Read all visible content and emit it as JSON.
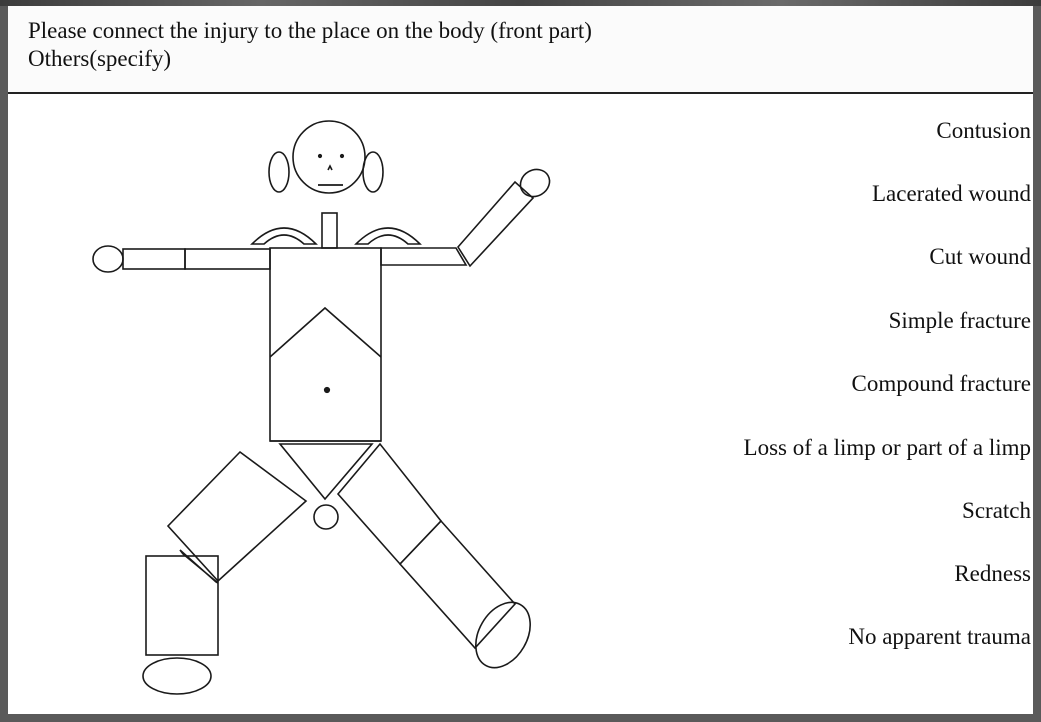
{
  "header": {
    "instruction": "Please connect the injury to the place on the body (front part)",
    "others_label": "Others(specify)"
  },
  "injuries": [
    "Contusion",
    "Lacerated wound",
    "Cut wound",
    "Simple fracture",
    "Compound fracture",
    "Loss of a limp or part of a limp",
    "Scratch",
    "Redness",
    "No apparent trauma"
  ]
}
